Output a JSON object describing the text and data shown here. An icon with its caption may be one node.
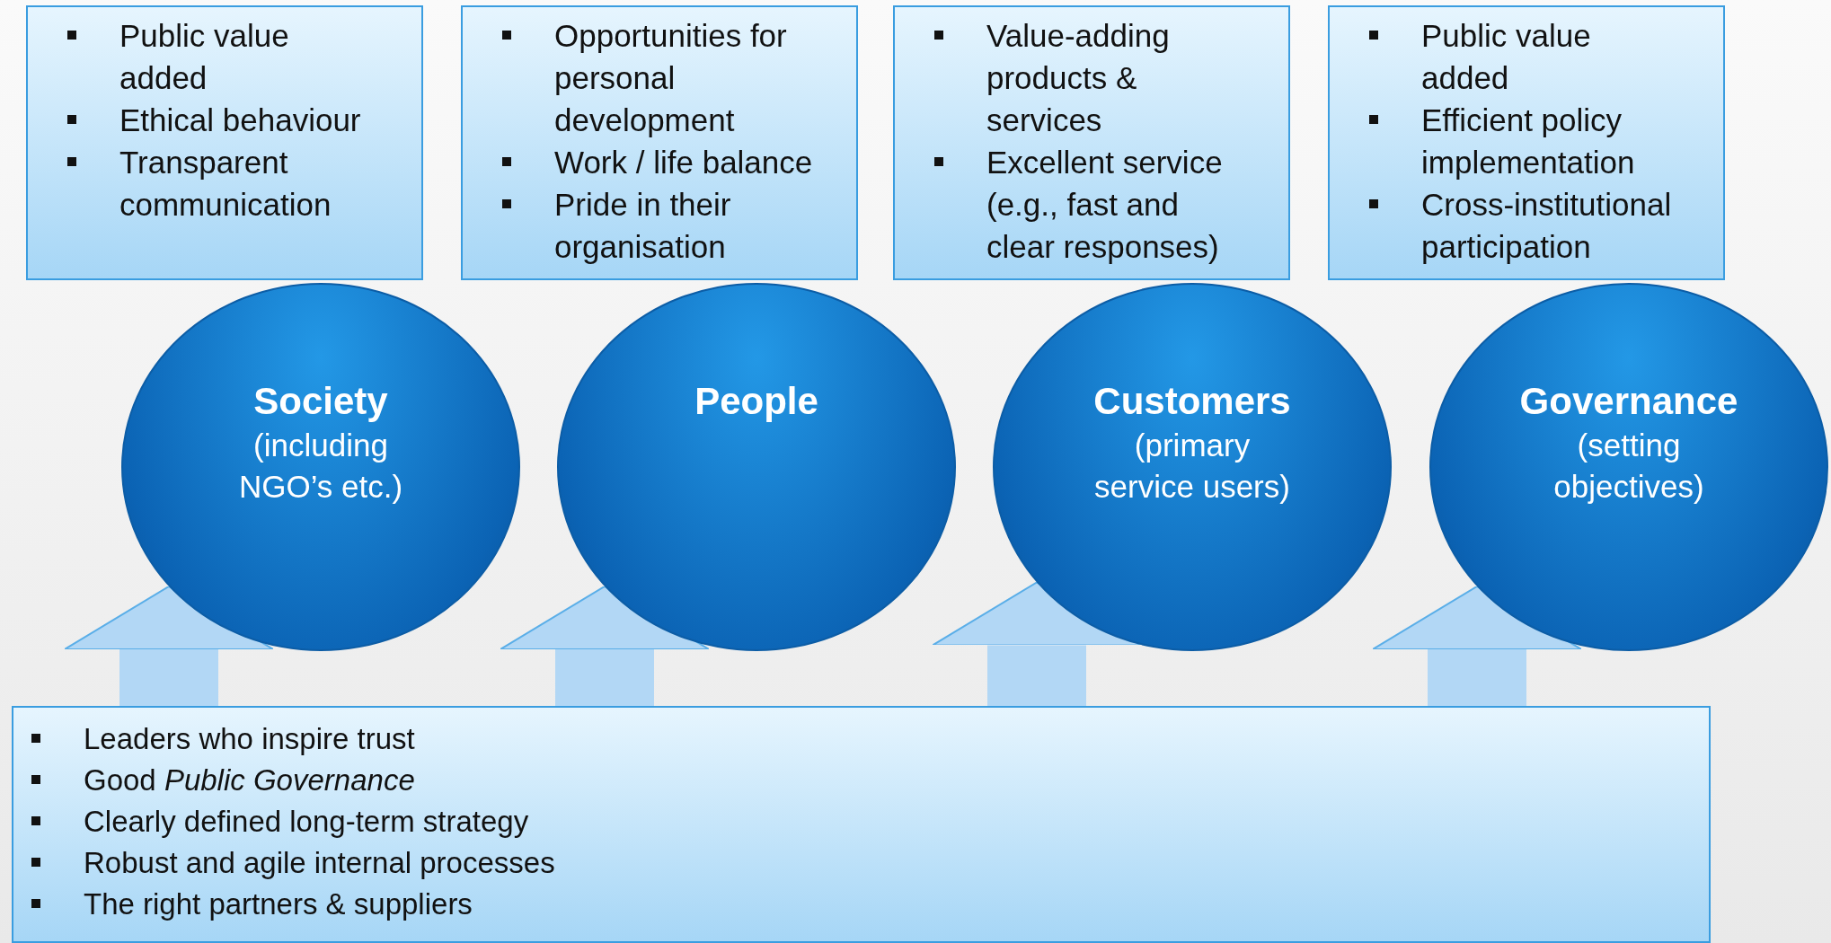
{
  "diagram": {
    "nodes": [
      {
        "text": [
          "Public value added",
          "Ethical behaviour",
          "Transparent communication"
        ]
      },
      {
        "text": [
          "Opportunities for personal development",
          "Work / life balance",
          "Pride in their organisation"
        ]
      },
      {
        "text": [
          "Value-adding products & services",
          "Excellent service (e.g., fast and clear responses)"
        ]
      },
      {
        "text": [
          "Public value added",
          "Efficient policy implementation",
          "Cross-institutional participation"
        ]
      },
      {
        "text": [
          "Society",
          "(including NGO’s etc.)"
        ]
      },
      {
        "text": [
          "People"
        ]
      },
      {
        "text": [
          "Customers",
          "(primary service users)"
        ]
      },
      {
        "text": [
          "Governance",
          "(setting objectives)"
        ]
      },
      {
        "text": [
          "Leaders who inspire trust",
          "Good *Public Governance*",
          "Clearly defined long-term strategy",
          "Robust and agile internal processes",
          "The right partners & suppliers"
        ]
      }
    ],
    "edges": [
      {
        "from": 8,
        "to": 4,
        "arrow": "to"
      },
      {
        "from": 8,
        "to": 5,
        "arrow": "to"
      },
      {
        "from": 8,
        "to": 6,
        "arrow": "to"
      },
      {
        "from": 8,
        "to": 7,
        "arrow": "to"
      }
    ]
  }
}
